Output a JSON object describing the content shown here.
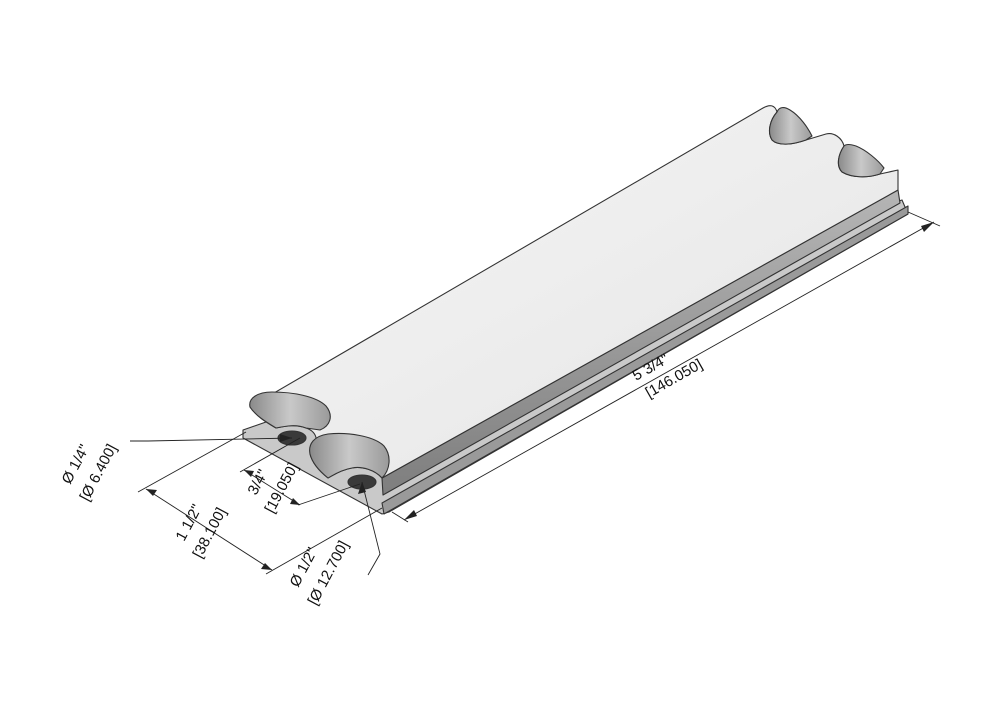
{
  "dimensions": {
    "length": {
      "imperial": "5 3/4\"",
      "metric": "[146.050]"
    },
    "small_hole": {
      "imperial": "Ø 1/4\"",
      "metric": "[Ø 6.400]"
    },
    "hole_spacing": {
      "imperial": "3/4\"",
      "metric": "[19.050]"
    },
    "width": {
      "imperial": "1 1/2\"",
      "metric": "[38.100]"
    },
    "large_hole": {
      "imperial": "Ø 1/2\"",
      "metric": "[Ø 12.700]"
    }
  },
  "colors": {
    "top_face": "#efefef",
    "side_face": "#9c9c9c",
    "flange_face": "#c4c4c4",
    "line": "#222222"
  }
}
